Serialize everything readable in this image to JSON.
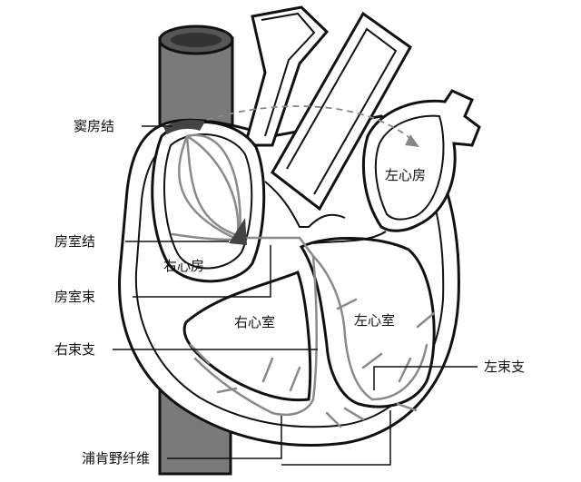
{
  "labels": {
    "sa_node": "窦房结",
    "av_node": "房室结",
    "av_bundle": "房室束",
    "right_bundle_branch": "右束支",
    "left_bundle_branch": "左束支",
    "purkinje_fibers": "浦肯野纤维"
  },
  "chambers": {
    "right_atrium": "右心房",
    "left_atrium": "左心房",
    "right_ventricle": "右心室",
    "left_ventricle": "左心室"
  },
  "colors": {
    "outline": "#1a1a1a",
    "conduction": "#8a8a8a",
    "vena_cava": "#777777",
    "node": "#444444"
  }
}
